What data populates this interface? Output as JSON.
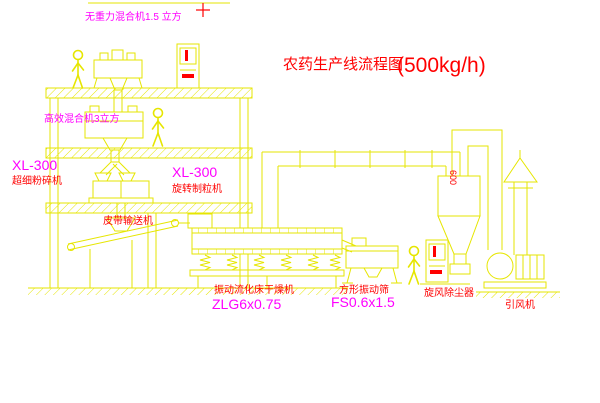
{
  "title": {
    "main": "农药生产线流程图",
    "capacity": "(500kg/h)"
  },
  "equipment_labels": {
    "gravity_mixer": "无重力混合机1.5 立方",
    "high_efficiency_mixer": "高效混合机3立方",
    "crusher_model": "XL-300",
    "crusher_name": "超细粉碎机",
    "granulator_model": "XL-300",
    "granulator_name": "旋转制粒机",
    "belt_conveyor": "皮带输送机",
    "dryer_name": "振动流化床干燥机",
    "dryer_model": "ZLG6x0.75",
    "screen_name": "方形振动筛",
    "screen_model": "FS0.6x1.5",
    "cyclone_name": "旋风除尘器",
    "fan_name": "引风机",
    "duct_size": "600"
  },
  "colors": {
    "background": "#ffffff",
    "line_yellow": "#e6e600",
    "label_red": "#ff0000",
    "label_magenta": "#ff00ff"
  }
}
